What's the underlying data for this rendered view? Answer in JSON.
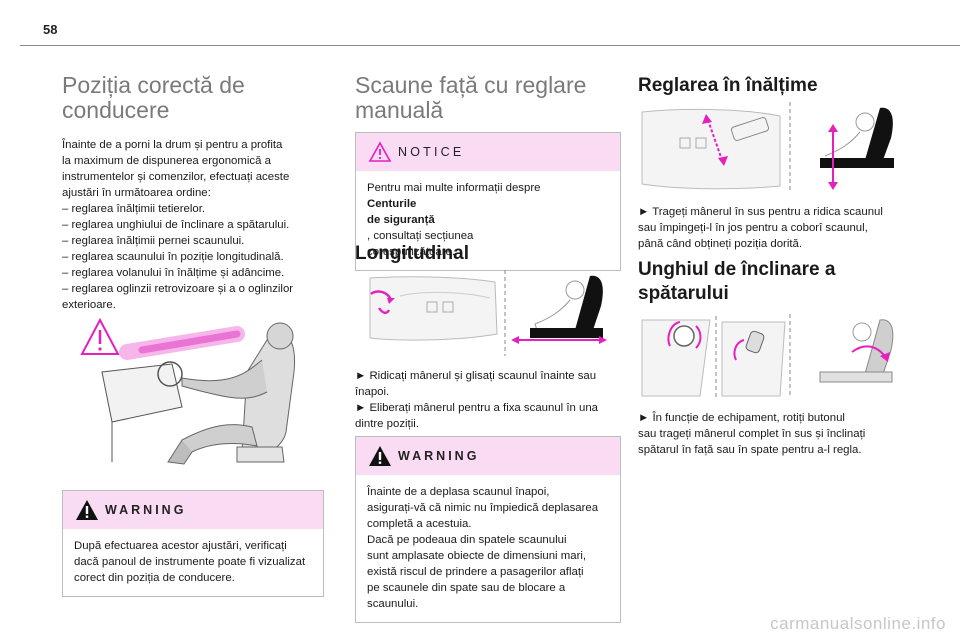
{
  "page": {
    "number": "58",
    "footer": "carmanualsonline.info"
  },
  "col1": {
    "title": [
      "Poziția corectă de",
      "conducere"
    ],
    "intro": [
      "Înainte de a porni la drum și pentru a profita",
      "la maximum de dispunerea ergonomică a",
      "instrumentelor și comenzilor, efectuați aceste",
      "ajustări în următoarea ordine:",
      "– reglarea înălțimii tetierelor.",
      "– reglarea unghiului de înclinare a spătarului.",
      "– reglarea înălțimii pernei scaunului.",
      "– reglarea scaunului în poziție longitudinală.",
      "– reglarea volanului în înălțime și adâncime.",
      "– reglarea oglinzii retrovizoare și a o oglinzilor",
      "exterioare."
    ],
    "warning": {
      "title": "WARNING",
      "lines": [
        "După efectuarea acestor ajustări, verificați",
        "dacă panoul de instrumente poate fi vizualizat",
        "corect din poziția de conducere."
      ]
    }
  },
  "col2": {
    "title": [
      "Scaune față cu reglare",
      "manuală"
    ],
    "notice": {
      "title": "NOTICE",
      "pre": "Pentru mai multe informații despre ",
      "bold1": "Centurile",
      "bold2": "de siguranță",
      "post": ", consultați secțiunea",
      "line3": "corespunzătoare."
    },
    "section": "Longitudinal",
    "instructions": [
      "► Ridicați mânerul și glisați scaunul înainte sau",
      "înapoi.",
      "► Eliberați mânerul pentru a fixa scaunul în una",
      "dintre poziții."
    ],
    "warning": {
      "title": "WARNING",
      "lines": [
        "Înainte de a deplasa scaunul înapoi,",
        "asigurați-vă că nimic nu împiedică deplasarea",
        "completă a acestuia.",
        "Dacă pe podeaua din spatele scaunului",
        "sunt amplasate obiecte de dimensiuni mari,",
        "există riscul de prindere a pasagerilor aflați",
        "pe scaunele din spate sau de blocare a",
        "scaunului."
      ]
    }
  },
  "col3": {
    "section1": "Reglarea în înălțime",
    "text1": [
      "► Trageți mânerul în sus pentru a ridica scaunul",
      "sau împingeți-l în jos pentru a coborî scaunul,",
      "până când obțineți poziția dorită."
    ],
    "section2": [
      "Unghiul de înclinare a",
      "spătarului"
    ],
    "text2": [
      "► În funcție de echipament, rotiți butonul",
      "sau trageți mânerul complet în sus și înclinați",
      "spătarul în față sau în spate pentru a-l regla."
    ]
  },
  "colors": {
    "accent": "#e61fbf",
    "box_head": "#f9dcf3",
    "heading_light": "#7a7a7a"
  },
  "icons": [
    "warning-triangle-icon",
    "notice-triangle-icon"
  ]
}
